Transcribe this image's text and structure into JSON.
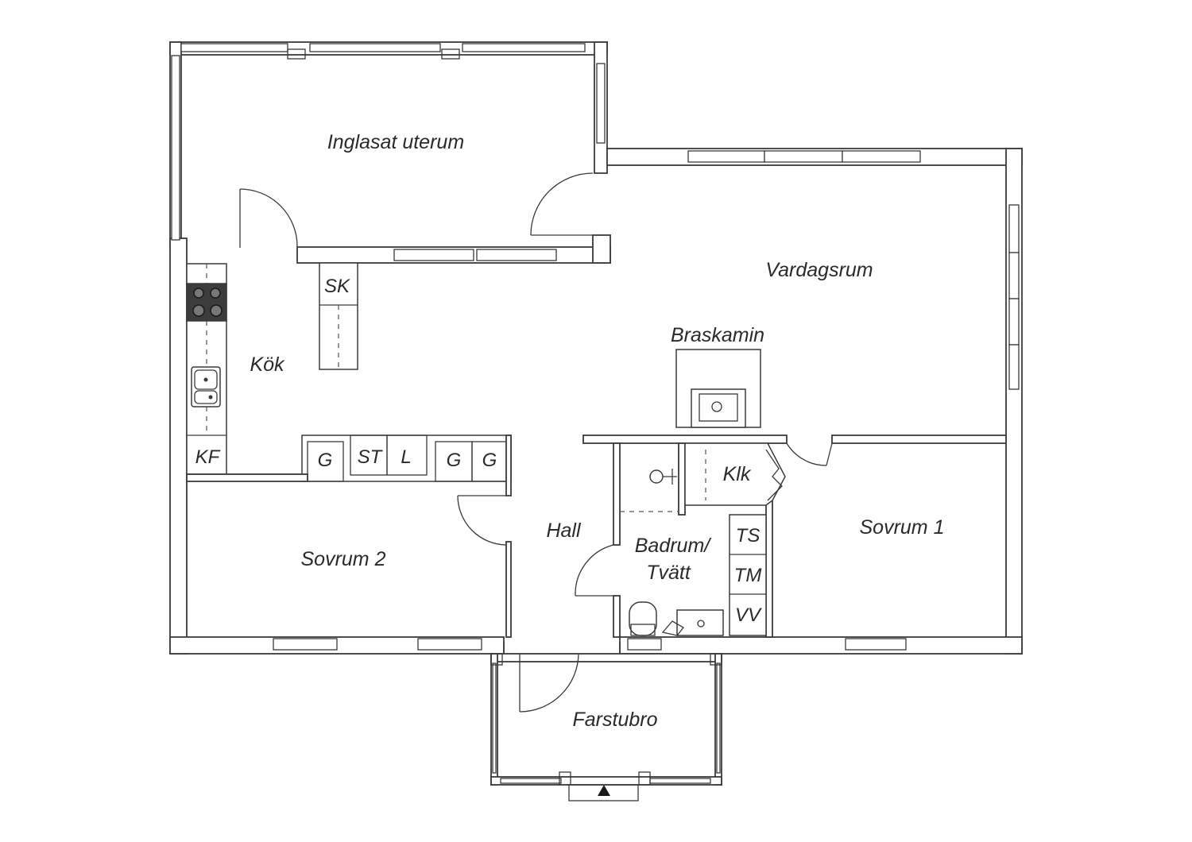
{
  "rooms": {
    "uterum": "Inglasat uterum",
    "vardagsrum": "Vardagsrum",
    "braskamin": "Braskamin",
    "kok": "Kök",
    "hall": "Hall",
    "sovrum1": "Sovrum 1",
    "sovrum2": "Sovrum 2",
    "badrum_line1": "Badrum/",
    "badrum_line2": "Tvätt",
    "klk": "Klk",
    "farstubro": "Farstubro"
  },
  "fixtures": {
    "sk": "SK",
    "kf": "KF",
    "g1": "G",
    "st": "ST",
    "l": "L",
    "g2": "G",
    "g3": "G",
    "ts": "TS",
    "tm": "TM",
    "vv": "VV"
  },
  "colors": {
    "wall": "#3a3a3a",
    "stove": "#3c3c3c",
    "background": "#ffffff"
  }
}
